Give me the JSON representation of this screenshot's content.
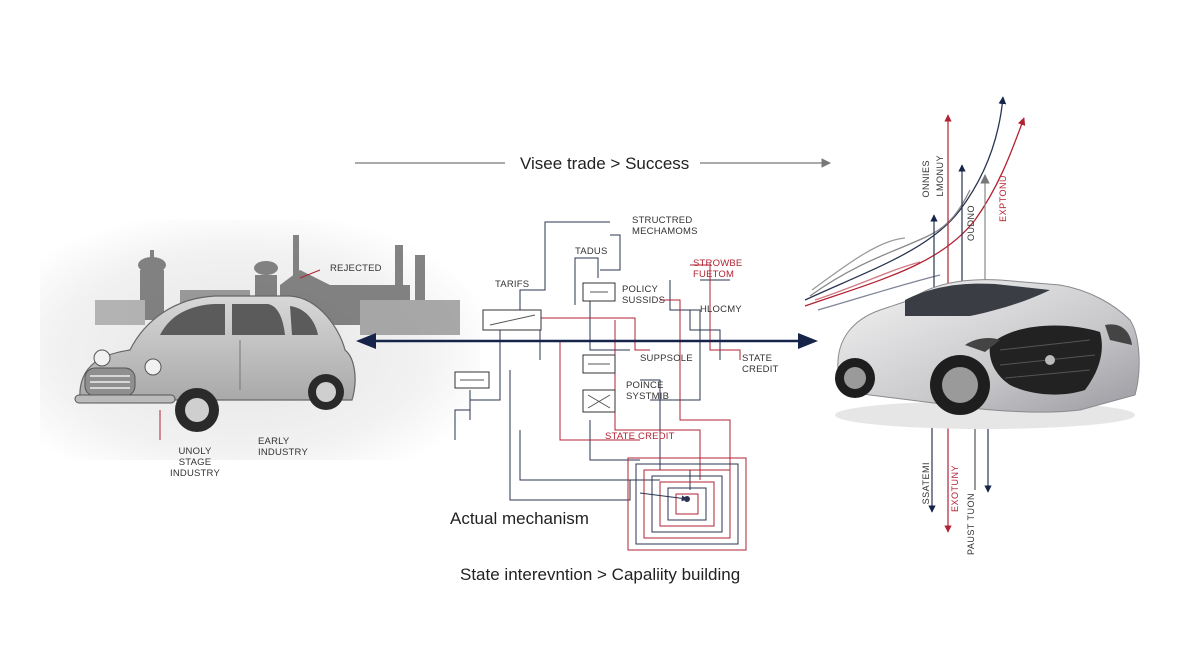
{
  "top_flow_label": "Visee trade > Success",
  "bottom_caption": "State interevntion > Capaliity building",
  "mechanism_label": "Actual mechanism",
  "left_panel": {
    "rejected": "REJECTED",
    "stage_label": "UNOLY STAGE INDUSTRY",
    "early_label": "EARLY INDUSTRY"
  },
  "center": {
    "structured": "STRUCTRED MECHAMOMS",
    "tadus": "TADUS",
    "tarifs": "TARIFS",
    "policy": "POLICY SUSSIDS",
    "strowbe": "STROWBE FUETOM",
    "hlocmy": "HLOCMY",
    "suppsole": "SUPPSOLE",
    "state_credit_right": "STATE CREDIT",
    "poince": "POINCE SYSTMIB",
    "state_credit_red": "STATE CREDIT"
  },
  "right_panel": {
    "vert_top": [
      "ONNIES",
      "LMONUY",
      "OUDNO",
      "EXPTONU"
    ],
    "vert_bottom": [
      "SSATEMI",
      "EXOTUNY",
      "PAUST TUON"
    ]
  },
  "colors": {
    "navy": "#16244a",
    "red": "#b22233",
    "gray": "#555555"
  }
}
